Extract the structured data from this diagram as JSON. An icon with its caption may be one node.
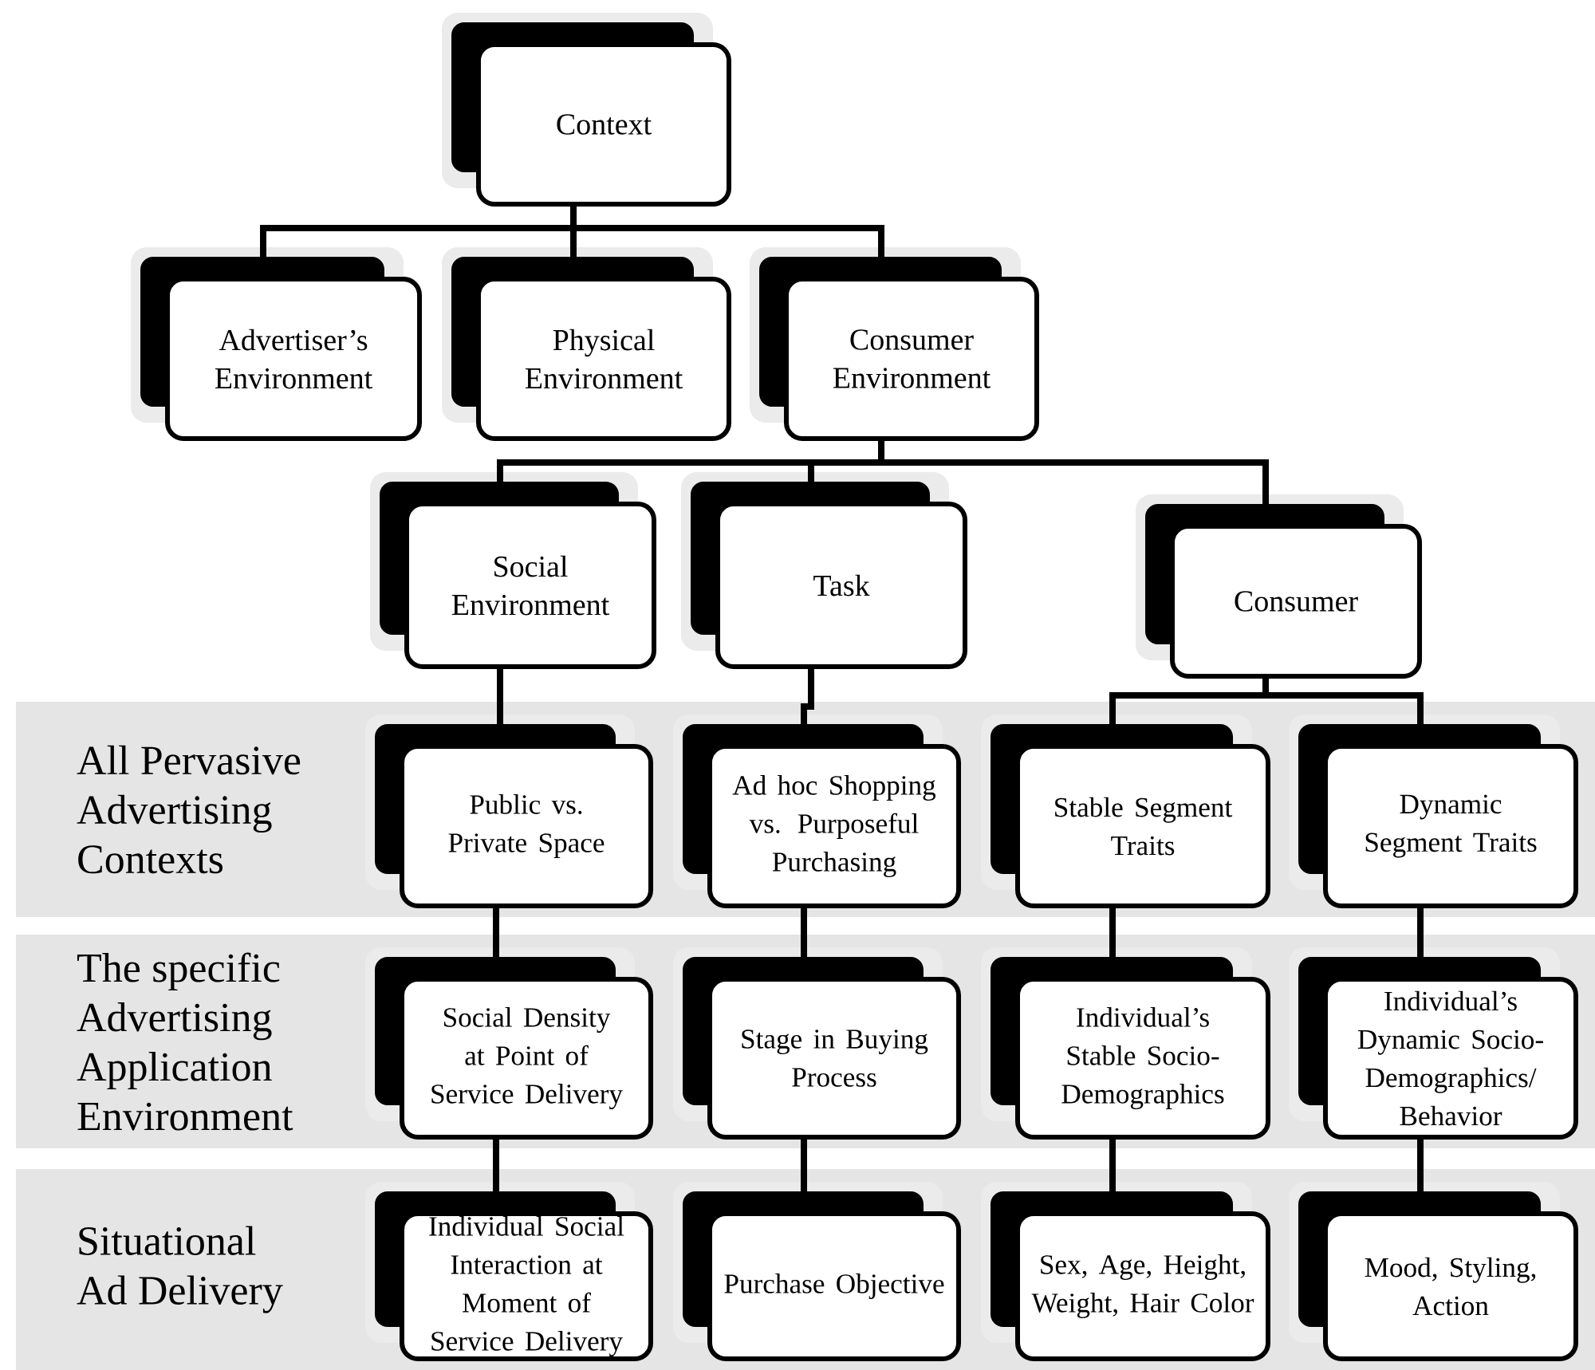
{
  "diagram": {
    "nodes": [
      {
        "text": [
          "Context"
        ]
      },
      {
        "text": [
          "Advertiser’s Environment"
        ]
      },
      {
        "text": [
          "Physical Environment"
        ]
      },
      {
        "text": [
          "Consumer Environment"
        ]
      },
      {
        "text": [
          "Social Environment"
        ]
      },
      {
        "text": [
          "Task"
        ]
      },
      {
        "text": [
          "Consumer"
        ]
      },
      {
        "text": [
          "All Pervasive Advertising Contexts"
        ]
      },
      {
        "text": [
          "Public vs. Private Space"
        ],
        "in": 7
      },
      {
        "text": [
          "Ad hoc Shopping vs. Purposeful Purchasing"
        ],
        "in": 7
      },
      {
        "text": [
          "Stable Segment Traits"
        ],
        "in": 7
      },
      {
        "text": [
          "Dynamic Segment Traits"
        ],
        "in": 7
      },
      {
        "text": [
          "The specific Advertising Application Environment"
        ]
      },
      {
        "text": [
          "Social Density at Point of Service Delivery"
        ],
        "in": 12
      },
      {
        "text": [
          "Stage in Buying Process"
        ],
        "in": 12
      },
      {
        "text": [
          "Individual’s Stable Socio-Demographics"
        ],
        "in": 12
      },
      {
        "text": [
          "Individual’s Dynamic Socio-Demographics/ Behavior"
        ],
        "in": 12
      },
      {
        "text": [
          "Situational Ad Delivery"
        ]
      },
      {
        "text": [
          "Individual Social Interaction at Moment of Service Delivery"
        ],
        "in": 17
      },
      {
        "text": [
          "Purchase Objective"
        ],
        "in": 17
      },
      {
        "text": [
          "Sex, Age, Height, Weight, Hair Color"
        ],
        "in": 17
      },
      {
        "text": [
          "Mood, Styling, Action"
        ],
        "in": 17
      }
    ],
    "edges": [
      {
        "from": 0,
        "to": 1,
        "arrow": "none"
      },
      {
        "from": 0,
        "to": 2,
        "arrow": "none"
      },
      {
        "from": 0,
        "to": 3,
        "arrow": "none"
      },
      {
        "from": 3,
        "to": 4,
        "arrow": "none"
      },
      {
        "from": 3,
        "to": 5,
        "arrow": "none"
      },
      {
        "from": 3,
        "to": 6,
        "arrow": "none"
      },
      {
        "from": 4,
        "to": 8,
        "arrow": "none"
      },
      {
        "from": 5,
        "to": 9,
        "arrow": "none"
      },
      {
        "from": 6,
        "to": 10,
        "arrow": "none"
      },
      {
        "from": 6,
        "to": 11,
        "arrow": "none"
      },
      {
        "from": 8,
        "to": 13,
        "arrow": "none"
      },
      {
        "from": 9,
        "to": 14,
        "arrow": "none"
      },
      {
        "from": 10,
        "to": 15,
        "arrow": "none"
      },
      {
        "from": 11,
        "to": 16,
        "arrow": "none"
      },
      {
        "from": 13,
        "to": 18,
        "arrow": "none"
      },
      {
        "from": 14,
        "to": 19,
        "arrow": "none"
      },
      {
        "from": 15,
        "to": 20,
        "arrow": "none"
      },
      {
        "from": 16,
        "to": 21,
        "arrow": "none"
      }
    ]
  }
}
